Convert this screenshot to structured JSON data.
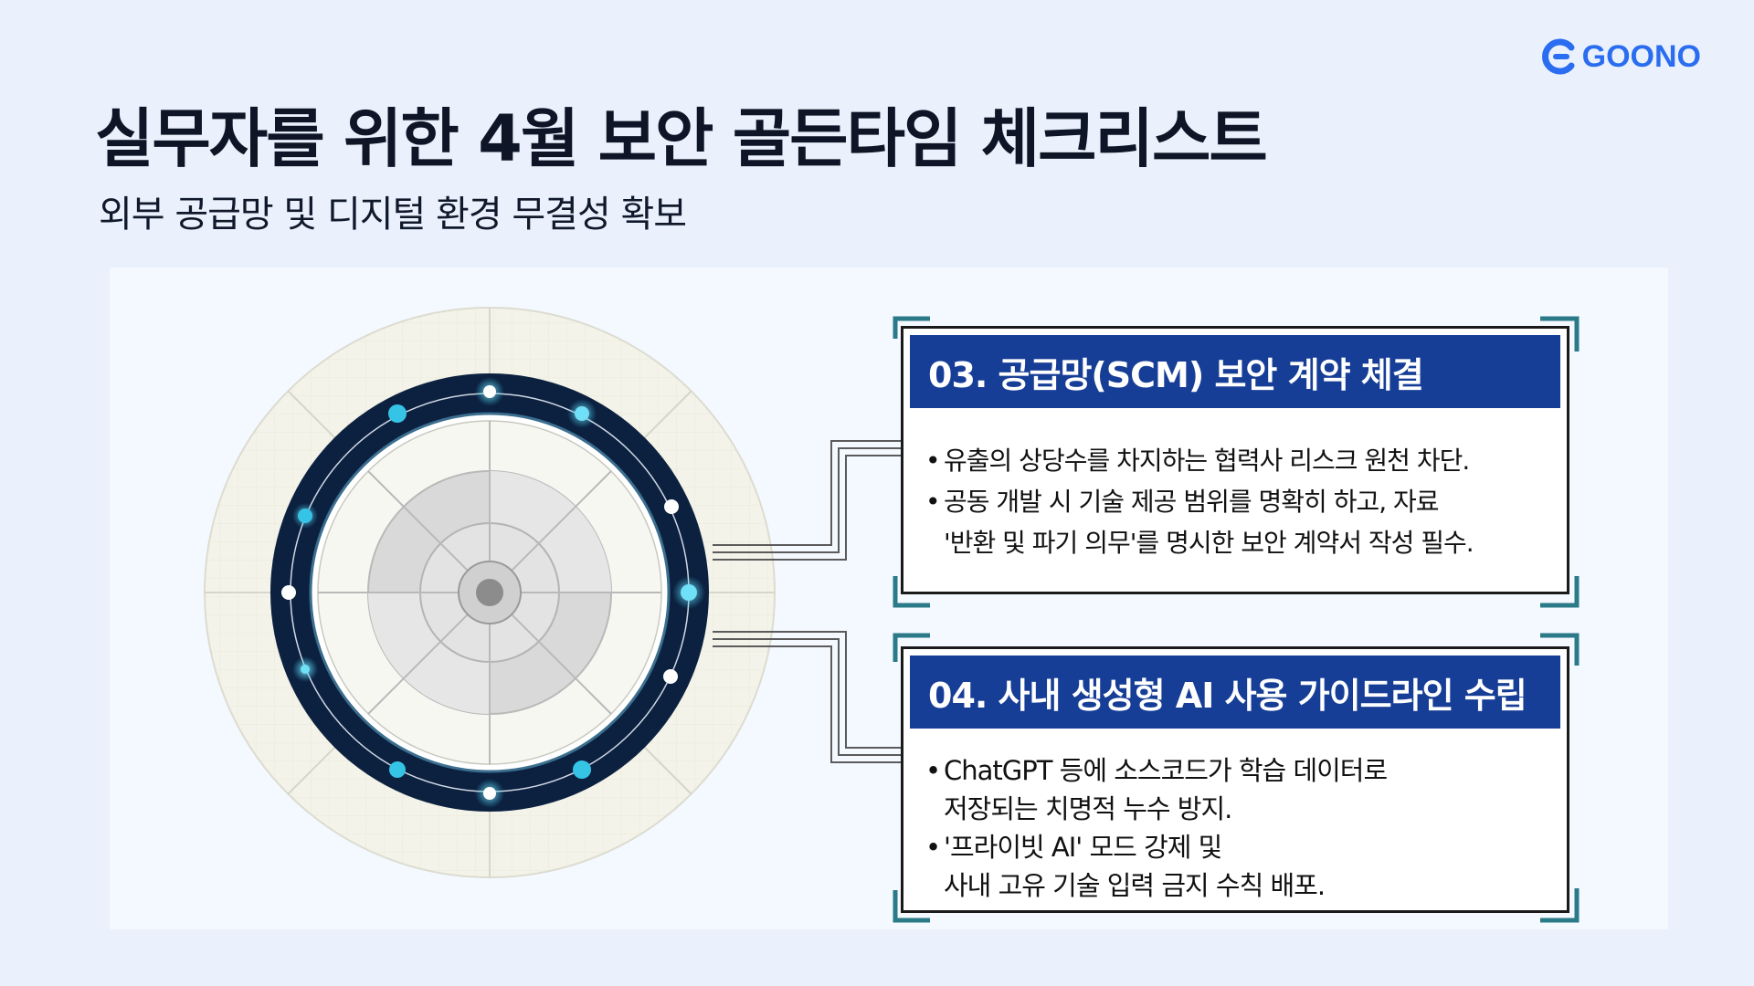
{
  "brand": {
    "name": "GOONO",
    "color": "#2b6df0",
    "logo_icon": "goono-c-logo-icon"
  },
  "title": "실무자를 위한 4월 보안 골든타임 체크리스트",
  "subtitle": "외부 공급망 및 디지털 환경 무결성 확보",
  "colors": {
    "background": "#eaf1fc",
    "header_fill": "#173e96",
    "ring_dark": "#0c2140",
    "node_glow": "#35c4e6",
    "bracket": "#2a7a88"
  },
  "diagram": {
    "icon": "security-ring-diagram-icon"
  },
  "cards": [
    {
      "title": "03. 공급망(SCM) 보안 계약 체결",
      "bullets": [
        {
          "lines": [
            "유출의 상당수를 차지하는 협력사 리스크 원천 차단."
          ]
        },
        {
          "lines": [
            "공동 개발 시 기술 제공 범위를 명확히 하고, 자료",
            "'반환 및 파기 의무'를 명시한 보안 계약서 작성 필수."
          ]
        }
      ]
    },
    {
      "title": "04. 사내 생성형 AI 사용 가이드라인 수립",
      "bullets": [
        {
          "lines": [
            "ChatGPT 등에 소스코드가 학습 데이터로",
            "저장되는 치명적 누수 방지."
          ]
        },
        {
          "lines": [
            "'프라이빗 AI' 모드 강제 및",
            "사내 고유 기술 입력 금지 수칙 배포."
          ]
        }
      ]
    }
  ]
}
